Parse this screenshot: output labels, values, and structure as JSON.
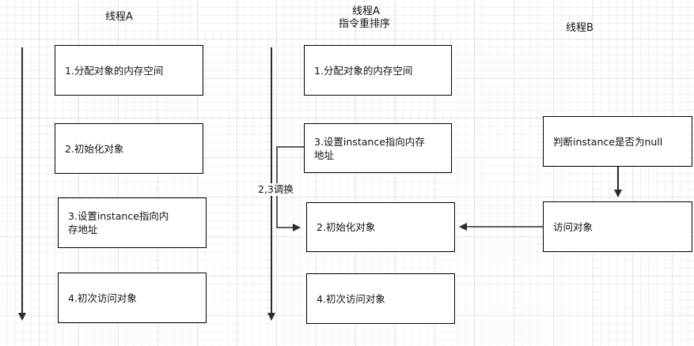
{
  "columns": [
    {
      "title": "线程A",
      "steps": [
        "1.分配对象的内存空间",
        "2.初始化对象",
        "3.设置instance指向内存地址",
        "4.初次访问对象"
      ]
    },
    {
      "title": "线程A",
      "subtitle": "指令重排序",
      "steps": [
        "1.分配对象的内存空间",
        "3.设置instance指向内存地址",
        "2.初始化对象",
        "4.初次访问对象"
      ],
      "swap_label": "2,3调换"
    },
    {
      "title": "线程B",
      "steps": [
        "判断instance是否为null",
        "访问对象"
      ]
    }
  ],
  "colors": {
    "line": "#2b2b2b",
    "border": "#000000",
    "grid": "#e3e3e3"
  }
}
